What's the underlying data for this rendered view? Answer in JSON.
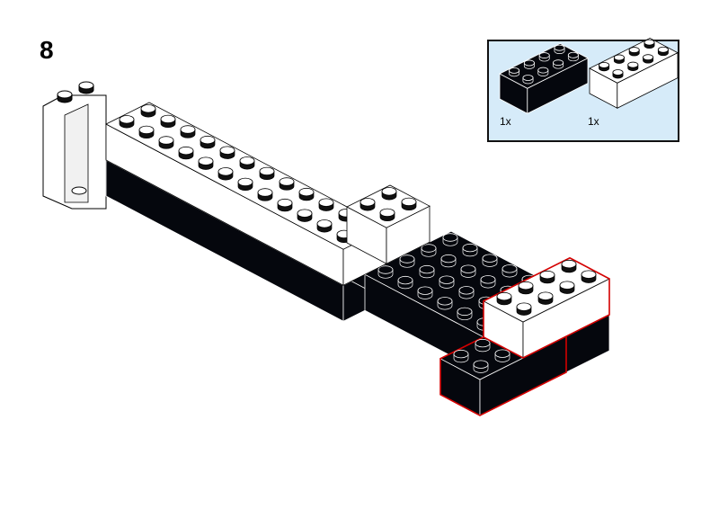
{
  "step_number": "8",
  "parts_callout": {
    "items": [
      {
        "quantity": "1x",
        "color": "black",
        "brick": "2x4"
      },
      {
        "quantity": "1x",
        "color": "white",
        "brick": "2x4"
      }
    ]
  },
  "colors": {
    "black_brick": "#05070d",
    "white_brick": "#ffffff",
    "highlight": "#d40000",
    "callout_bg": "#d6ebf9"
  }
}
